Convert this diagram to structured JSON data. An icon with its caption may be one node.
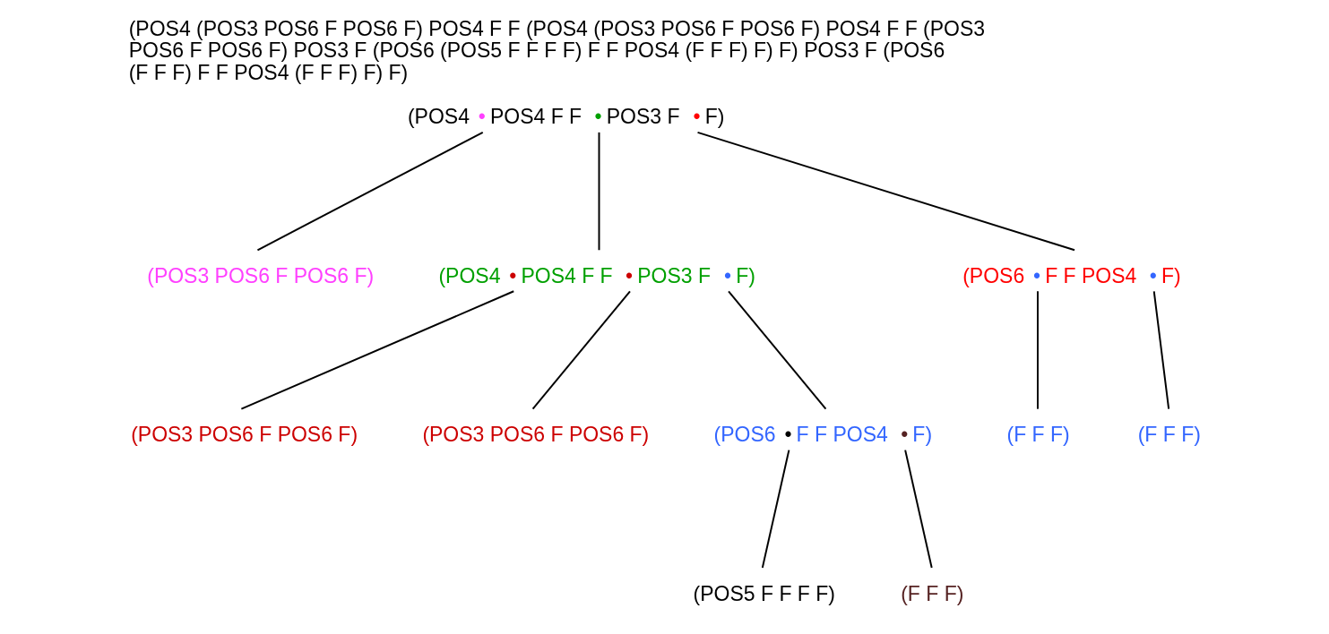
{
  "diagram": {
    "title": "(POS4 (POS3 POS6 F POS6 F) POS4 F F (POS4 (POS3 POS6 F POS6 F) POS4 F F (POS3 POS6 F POS6 F) POS3 F (POS6 (POS5 F F F F) F F POS4 (F F F) F) F) POS3 F (POS6 (F F F) F F POS4 (F F F) F) F)",
    "nodes": [
      {
        "text": [
          "(POS4 • POS4 F F • POS3 F • F)"
        ]
      },
      {
        "text": [
          "(POS3 POS6 F POS6 F)"
        ]
      },
      {
        "text": [
          "(POS4 • POS4 F F • POS3 F • F)"
        ]
      },
      {
        "text": [
          "(POS6 • F F POS4 • F)"
        ]
      },
      {
        "text": [
          "(POS3 POS6 F POS6 F)"
        ]
      },
      {
        "text": [
          "(POS3 POS6 F POS6 F)"
        ]
      },
      {
        "text": [
          "(POS6 • F F POS4 • F)"
        ]
      },
      {
        "text": [
          "(F F F)"
        ]
      },
      {
        "text": [
          "(F F F)"
        ]
      },
      {
        "text": [
          "(POS5 F F F F)"
        ]
      },
      {
        "text": [
          "(F F F)"
        ]
      }
    ],
    "edges": [
      {
        "from": 0,
        "to": 1,
        "arrow": "none"
      },
      {
        "from": 0,
        "to": 2,
        "arrow": "none"
      },
      {
        "from": 0,
        "to": 3,
        "arrow": "none"
      },
      {
        "from": 2,
        "to": 4,
        "arrow": "none"
      },
      {
        "from": 2,
        "to": 5,
        "arrow": "none"
      },
      {
        "from": 2,
        "to": 6,
        "arrow": "none"
      },
      {
        "from": 3,
        "to": 7,
        "arrow": "none"
      },
      {
        "from": 3,
        "to": 8,
        "arrow": "none"
      },
      {
        "from": 6,
        "to": 9,
        "arrow": "none"
      },
      {
        "from": 6,
        "to": 10,
        "arrow": "none"
      }
    ]
  }
}
